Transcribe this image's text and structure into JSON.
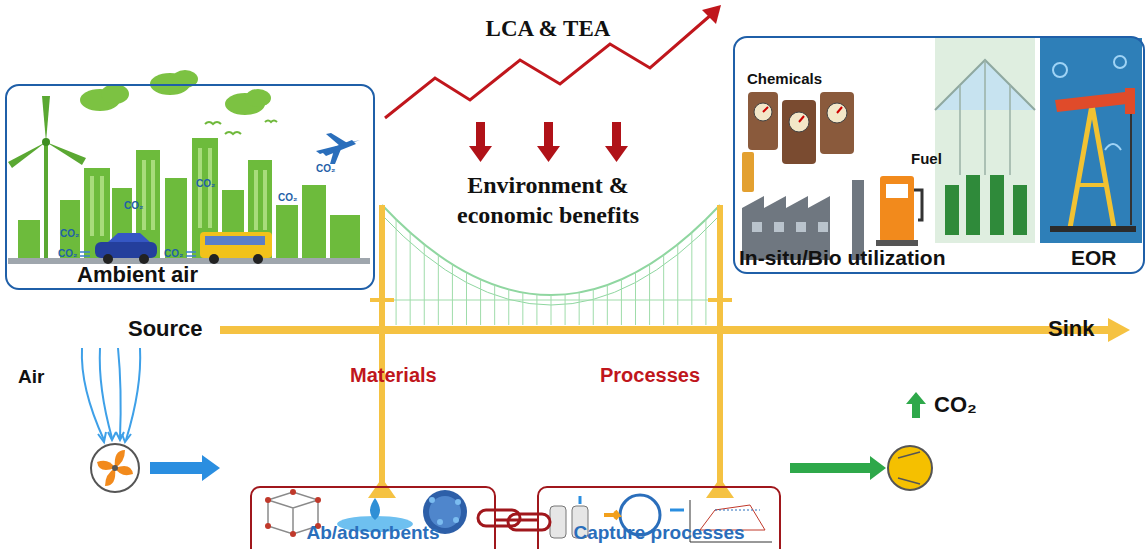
{
  "diagram": {
    "title": "LCA & TEA",
    "nodes": [
      {
        "text": [
          "Ambient air"
        ]
      },
      {
        "text": [
          "Chemicals",
          "Fuel",
          "In-situ/Bio utilization",
          "EOR"
        ]
      },
      {
        "text": [
          "Ab/adsorbents"
        ]
      },
      {
        "text": [
          "Capture processes"
        ]
      }
    ],
    "edges": [
      {
        "from": 2,
        "to": 3,
        "arrow": "none"
      }
    ],
    "labels": [
      "Environment & economic benefits",
      "Source",
      "Sink",
      "Air",
      "Materials",
      "Processes",
      "CO₂",
      "CO₂",
      "CO₂",
      "CO₂",
      "CO₂",
      "CO₂",
      "CO₂",
      "CO₂"
    ]
  }
}
